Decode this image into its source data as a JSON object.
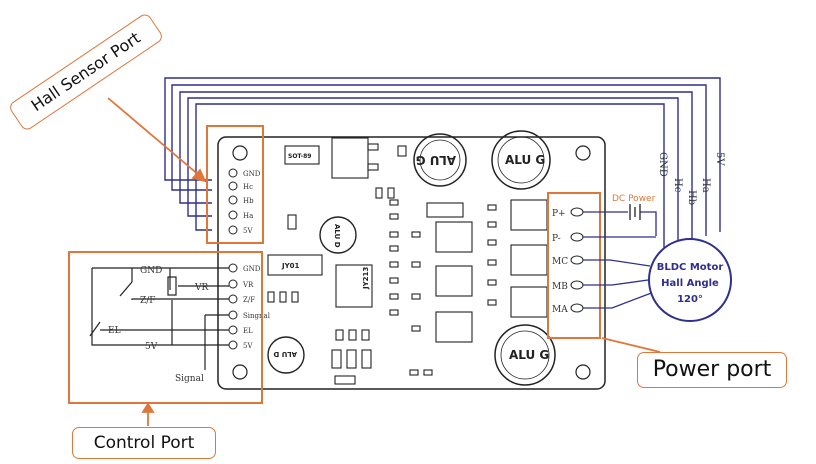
{
  "callouts": {
    "hall_sensor_port": "Hall Sensor Port",
    "power_port": "Power port",
    "control_port": "Control Port"
  },
  "hall_pins": [
    "GND",
    "Hc",
    "Hb",
    "Ha",
    "5V"
  ],
  "control_pins": [
    "GND",
    "VR",
    "Z/F",
    "Singnal",
    "EL",
    "5V"
  ],
  "power_pins": [
    "P+",
    "P-",
    "MC",
    "MB",
    "MA"
  ],
  "motor_wires": [
    "GND",
    "Hc",
    "Hb",
    "Ha",
    "5V"
  ],
  "control_wiring": {
    "gnd": "GND",
    "vr": "VR",
    "zf": "Z/F",
    "el": "EL",
    "v5": "5V",
    "signal": "Signal"
  },
  "dc_power": "DC Power",
  "motor": {
    "line1": "BLDC Motor",
    "line2": "Hall Angle",
    "line3": "120°"
  },
  "board_labels": {
    "capacitor": "ALU G",
    "capacitor_small": "ALU D",
    "sot": "SOT-89",
    "chip1": "JY01",
    "chip2": "JY213"
  },
  "colors": {
    "accent": "#e0773a",
    "wire": "#2f2f8f",
    "board_line": "#222222"
  }
}
